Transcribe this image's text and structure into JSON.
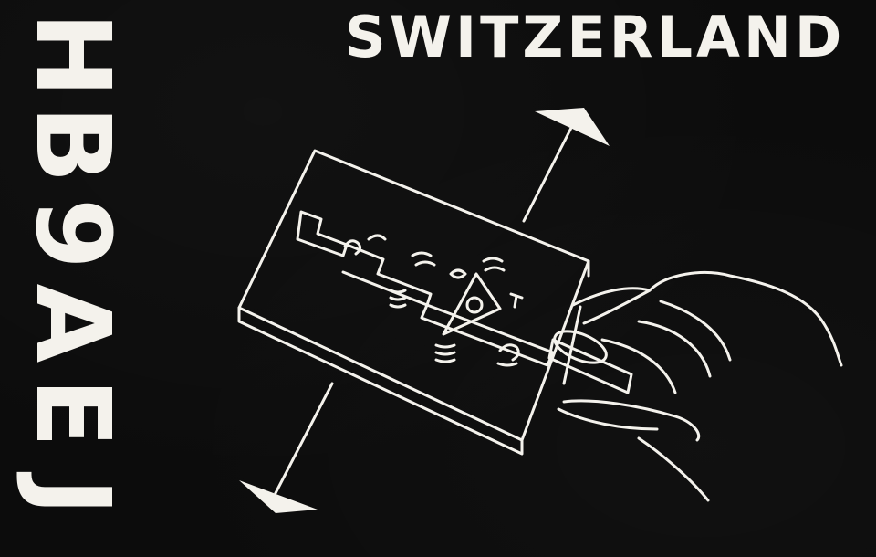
{
  "card": {
    "country": "SWITZERLAND",
    "callsign_letters": [
      "H",
      "B",
      "9",
      "A",
      "E",
      "J"
    ]
  },
  "illustration": {
    "subject": "morse-key-with-hand-icon"
  },
  "colors": {
    "background": "#0c0c0c",
    "ink": "#f4f2ec"
  }
}
